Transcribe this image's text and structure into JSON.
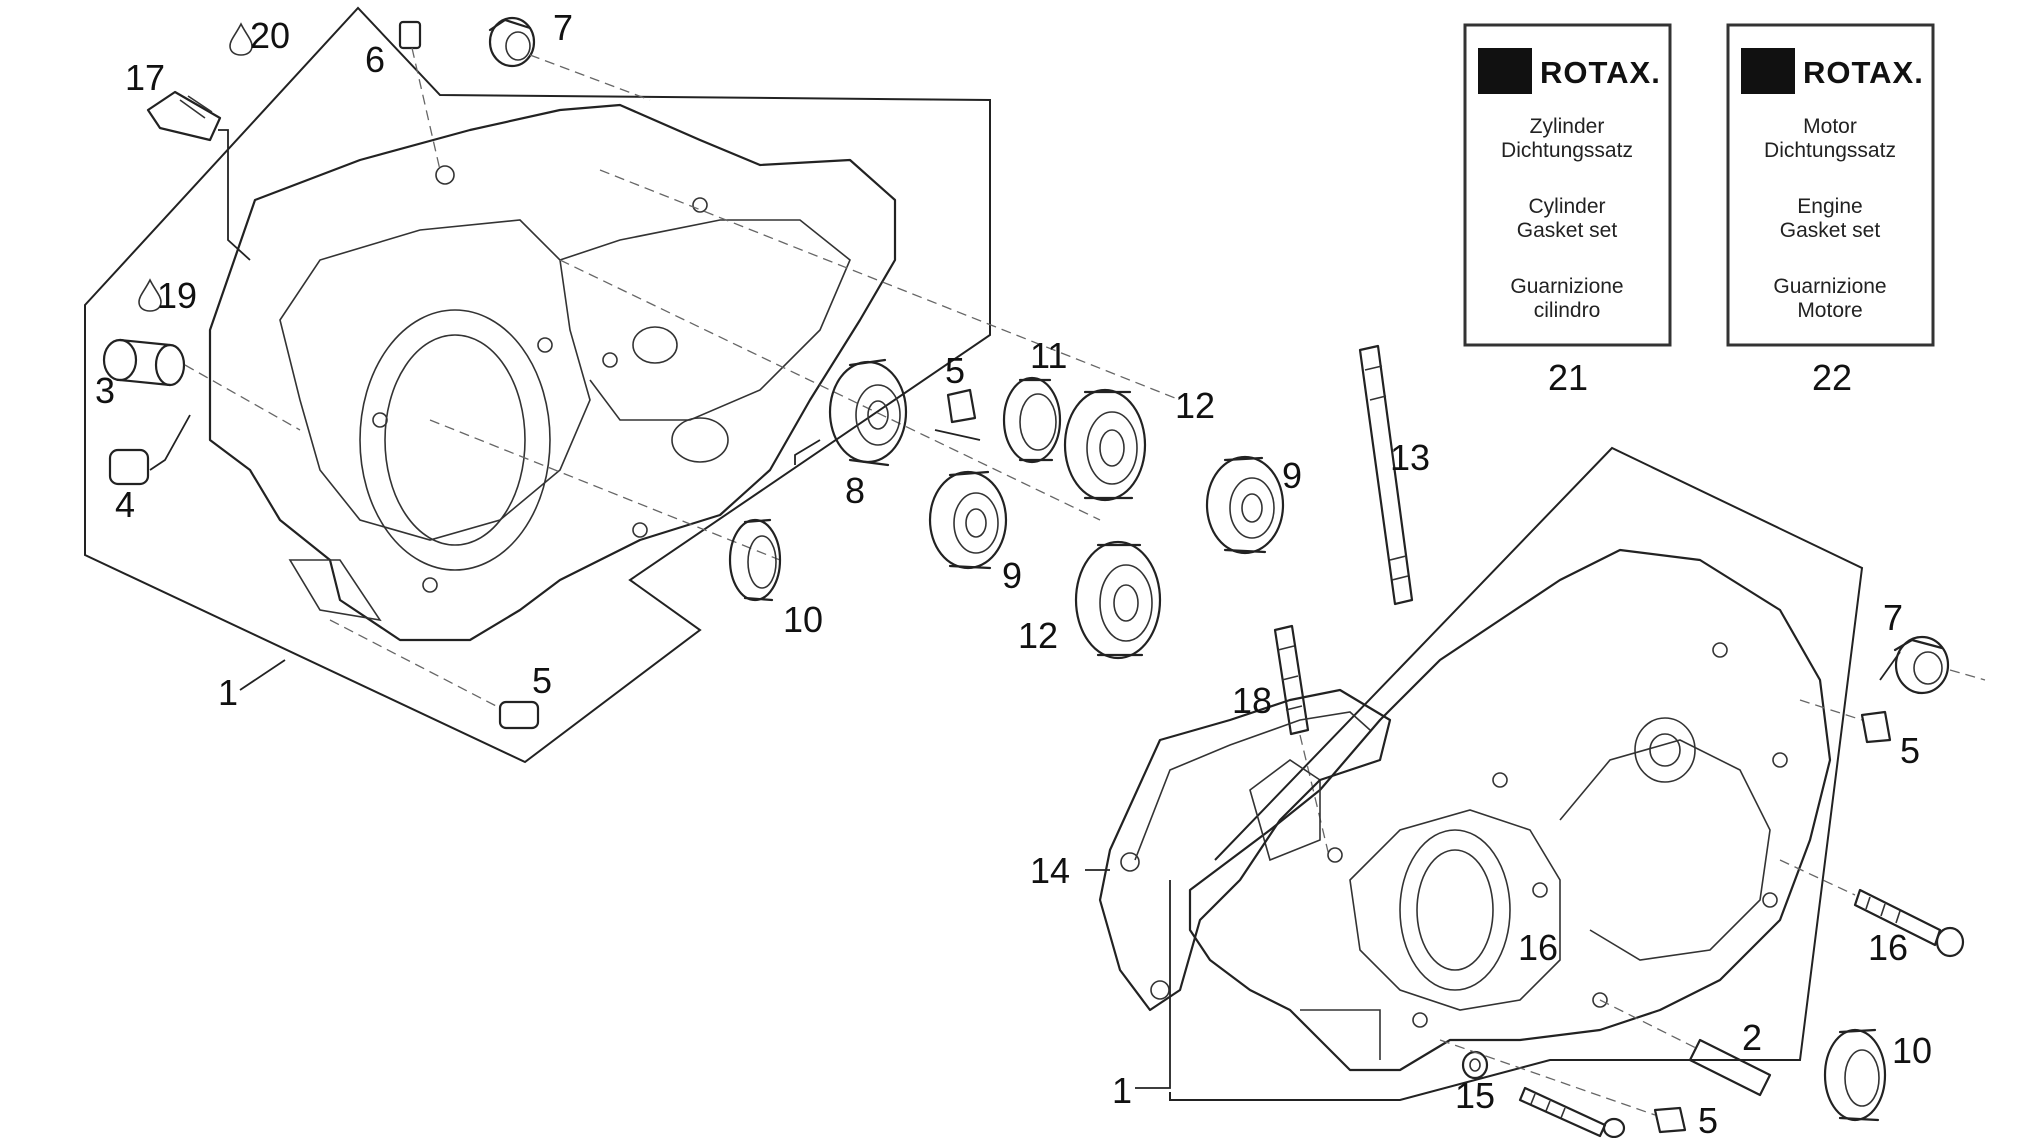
{
  "diagram": {
    "callouts": [
      {
        "id": "c1a",
        "text": "1"
      },
      {
        "id": "c1b",
        "text": "1"
      },
      {
        "id": "c2",
        "text": "2"
      },
      {
        "id": "c3",
        "text": "3"
      },
      {
        "id": "c4",
        "text": "4"
      },
      {
        "id": "c5a",
        "text": "5"
      },
      {
        "id": "c5b",
        "text": "5"
      },
      {
        "id": "c5c",
        "text": "5"
      },
      {
        "id": "c5d",
        "text": "5"
      },
      {
        "id": "c6",
        "text": "6"
      },
      {
        "id": "c7a",
        "text": "7"
      },
      {
        "id": "c7b",
        "text": "7"
      },
      {
        "id": "c8",
        "text": "8"
      },
      {
        "id": "c9a",
        "text": "9"
      },
      {
        "id": "c9b",
        "text": "9"
      },
      {
        "id": "c10a",
        "text": "10"
      },
      {
        "id": "c10b",
        "text": "10"
      },
      {
        "id": "c11",
        "text": "11"
      },
      {
        "id": "c12a",
        "text": "12"
      },
      {
        "id": "c12b",
        "text": "12"
      },
      {
        "id": "c13",
        "text": "13"
      },
      {
        "id": "c14",
        "text": "14"
      },
      {
        "id": "c15",
        "text": "15"
      },
      {
        "id": "c16a",
        "text": "16"
      },
      {
        "id": "c16b",
        "text": "16"
      },
      {
        "id": "c17",
        "text": "17"
      },
      {
        "id": "c18",
        "text": "18"
      },
      {
        "id": "c19",
        "text": "19"
      },
      {
        "id": "c20",
        "text": "20"
      },
      {
        "id": "c21",
        "text": "21"
      },
      {
        "id": "c22",
        "text": "22"
      }
    ],
    "kits": [
      {
        "brand": "ROTAX.",
        "lines": [
          "Zylinder",
          "Dichtungssatz",
          "Cylinder",
          "Gasket set",
          "Guarnizione",
          "cilindro"
        ]
      },
      {
        "brand": "ROTAX.",
        "lines": [
          "Motor",
          "Dichtungssatz",
          "Engine",
          "Gasket set",
          "Guarnizione",
          "Motore"
        ]
      }
    ],
    "colors": {
      "line": "#222222",
      "background": "#ffffff"
    }
  }
}
